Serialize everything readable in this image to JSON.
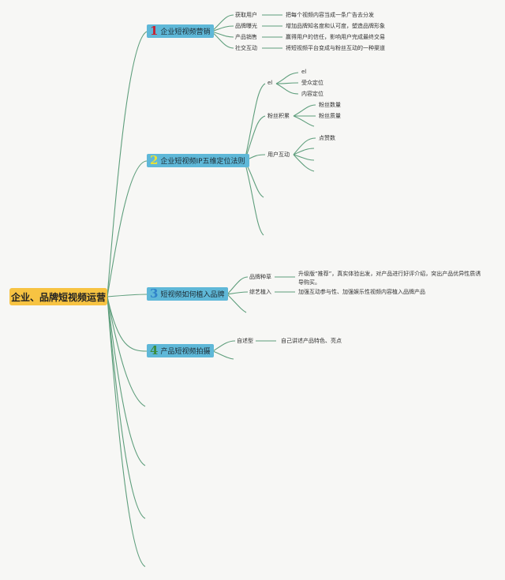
{
  "root": {
    "label": "企业、品牌短视频运营"
  },
  "branches": [
    {
      "num": "1",
      "num_color": "#c8202e",
      "label": "企业短视频营销",
      "children": [
        {
          "label": "获取用户",
          "desc": "把每个视频内容当成一条广告去分发"
        },
        {
          "label": "品牌曝光",
          "desc": "增加品牌知名度和认可度，塑造品牌形象"
        },
        {
          "label": "产品销售",
          "desc": "赢得用户的信任，影响用户完成最终交易"
        },
        {
          "label": "社交互动",
          "desc": "将短视频平台变成与粉丝互动的一种渠道"
        }
      ]
    },
    {
      "num": "2",
      "num_color": "#e9e234",
      "label": "企业短视频IP五维定位法则",
      "children": [
        {
          "label": "el",
          "subs": [
            "el",
            "受众定位",
            "内容定位"
          ]
        },
        {
          "label": "粉丝积累",
          "subs": [
            "粉丝数量",
            "粉丝质量"
          ]
        },
        {
          "label": "用户互动",
          "subs": [
            "点赞数"
          ]
        }
      ]
    },
    {
      "num": "3",
      "num_color": "#2f82c9",
      "label": "短视频如何植入品牌",
      "children": [
        {
          "label": "品牌种草",
          "desc": "升级版“推荐”，真实体验出发，对产品进行好评介绍，突出产品优异性质诱导购买。"
        },
        {
          "label": "综艺植入",
          "desc": "加强互动参与性、加强娱乐性视频内容植入品牌产品"
        }
      ]
    },
    {
      "num": "4",
      "num_color": "#3c8c3c",
      "label": "产品短视频拍摄",
      "children": [
        {
          "label": "自述型",
          "desc": "自己讲述产品特色、亮点"
        }
      ]
    }
  ],
  "colors": {
    "line": "#5e9e7c",
    "root_fill": "#f7c342",
    "topic_fill": "#5fb8d8"
  }
}
